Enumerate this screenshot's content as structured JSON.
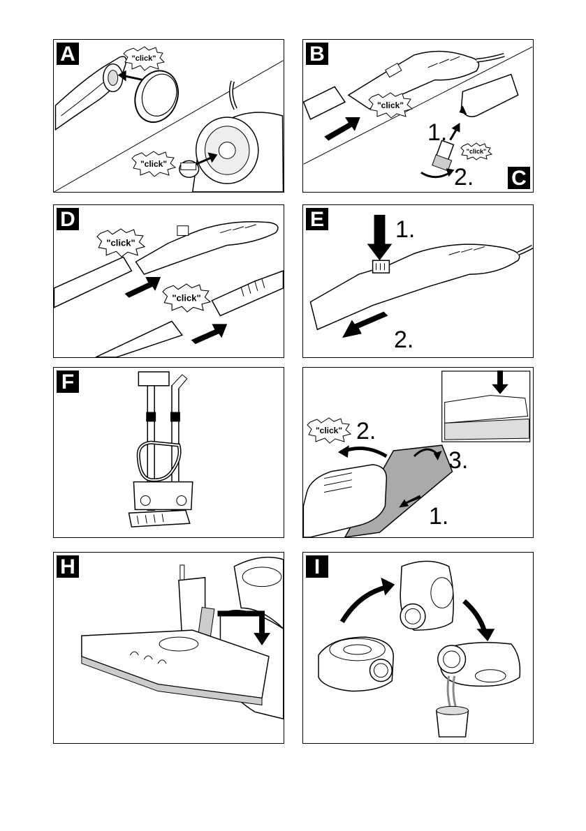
{
  "panels": {
    "A": {
      "letter": "A",
      "clicks": [
        "\"click\"",
        "\"click\""
      ]
    },
    "B": {
      "letter": "B",
      "clicks": [
        "\"click\"",
        "\"click\""
      ],
      "steps": [
        "1.",
        "2."
      ],
      "extra_letter": "C"
    },
    "D": {
      "letter": "D",
      "clicks": [
        "\"click\"",
        "\"click\""
      ]
    },
    "E": {
      "letter": "E",
      "steps": [
        "1.",
        "2."
      ]
    },
    "F": {
      "letter": "F"
    },
    "G": {
      "clicks": [
        "\"click\""
      ],
      "steps": [
        "2.",
        "3.",
        "1."
      ]
    },
    "H": {
      "letter": "H"
    },
    "I": {
      "letter": "I"
    }
  },
  "icons": [
    "click-burst-icon",
    "arrow-icon",
    "curved-arrow-icon"
  ]
}
